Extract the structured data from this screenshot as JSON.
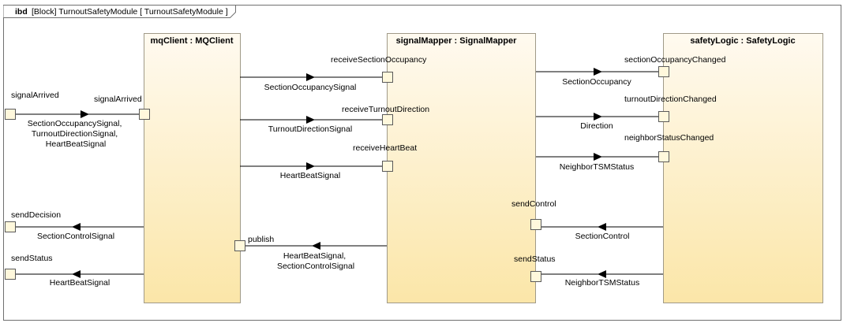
{
  "frame": {
    "keyword": "ibd",
    "title": "[Block] TurnoutSafetyModule [ TurnoutSafetyModule ]"
  },
  "colors": {
    "block_top": "#fffaf0",
    "block_bottom": "#fbe6a8",
    "block_border": "#a09a88",
    "port_fill": "#fff8dc",
    "line": "#000000"
  },
  "blocks": {
    "mqclient": "mqClient : MQClient",
    "signalmapper": "signalMapper : SignalMapper",
    "safetylogic": "safetyLogic : SafetyLogic"
  },
  "ports": {
    "ext_signal_arrived": "signalArrived",
    "ext_send_decision": "sendDecision",
    "ext_send_status": "sendStatus",
    "mq_signal_arrived": "signalArrived",
    "mq_publish": "publish",
    "sm_receive_section_occupancy": "receiveSectionOccupancy",
    "sm_receive_turnout_direction": "receiveTurnoutDirection",
    "sm_receive_heartbeat": "receiveHeartBeat",
    "sm_send_control": "sendControl",
    "sm_send_status": "sendStatus",
    "sl_section_occupancy_changed": "sectionOccupancyChanged",
    "sl_turnout_direction_changed": "turnoutDirectionChanged",
    "sl_neighbor_status_changed": "neighborStatusChanged"
  },
  "connectors": {
    "in_signals": [
      "SectionOccupancySignal,",
      "TurnoutDirectionSignal,",
      "HeartBeatSignal"
    ],
    "section_occupancy_signal": "SectionOccupancySignal",
    "turnout_direction_signal": "TurnoutDirectionSignal",
    "heartbeat_signal": "HeartBeatSignal",
    "publish_signals": [
      "HeartBeatSignal,",
      "SectionControlSignal"
    ],
    "section_control_signal": "SectionControlSignal",
    "heartbeat_out": "HeartBeatSignal",
    "section_occupancy": "SectionOccupancy",
    "direction": "Direction",
    "neighbor_tsm_status_in": "NeighborTSMStatus",
    "section_control": "SectionControl",
    "neighbor_tsm_status_out": "NeighborTSMStatus"
  }
}
